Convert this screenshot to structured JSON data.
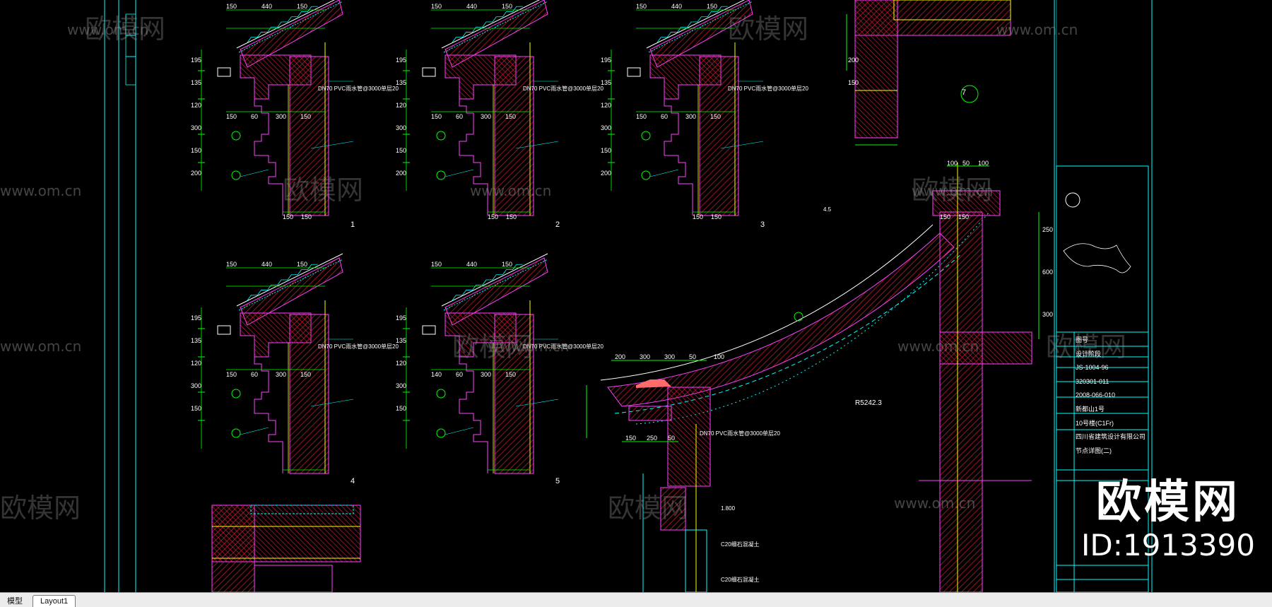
{
  "watermark": {
    "site_text": "www.om.cn",
    "brand_text": "欧模网",
    "brand_id": "ID:1913390"
  },
  "tabs": [
    {
      "label": "模型",
      "active": true
    },
    {
      "label": "Layout1",
      "active": false
    }
  ],
  "details": [
    {
      "number": "1",
      "dims_top": [
        "150",
        "440",
        "150"
      ],
      "dims_left": [
        "195",
        "135",
        "120",
        "300",
        "150",
        "200"
      ],
      "dims_bottom": [
        "150",
        "60",
        "300",
        "150"
      ],
      "base_dims": [
        "150",
        "150"
      ],
      "note": "DN70 PVC雨水管@3000单层20"
    },
    {
      "number": "2",
      "dims_top": [
        "150",
        "440",
        "150"
      ],
      "dims_left": [
        "195",
        "135",
        "120",
        "300",
        "150",
        "200"
      ],
      "dims_bottom": [
        "150",
        "60",
        "300",
        "150"
      ],
      "base_dims": [
        "150",
        "150"
      ],
      "note": "DN70 PVC雨水管@3000单层20"
    },
    {
      "number": "3",
      "dims_top": [
        "150",
        "440",
        "150"
      ],
      "dims_left": [
        "195",
        "135",
        "120",
        "300",
        "150",
        "200"
      ],
      "dims_bottom": [
        "150",
        "60",
        "300",
        "150"
      ],
      "base_dims": [
        "150",
        "150"
      ],
      "note": "DN70 PVC雨水管@3000单层20"
    },
    {
      "number": "4",
      "dims_top": [
        "150",
        "440",
        "150"
      ],
      "dims_left": [
        "195",
        "135",
        "120",
        "300",
        "150"
      ],
      "dims_bottom": [
        "150",
        "60",
        "300",
        "150"
      ],
      "base_dims": [],
      "note": "DN70 PVC雨水管@3000单层20"
    },
    {
      "number": "5",
      "dims_top": [
        "150",
        "440",
        "150"
      ],
      "dims_left": [
        "195",
        "135",
        "120",
        "300",
        "150"
      ],
      "dims_bottom": [
        "140",
        "60",
        "300",
        "150"
      ],
      "base_dims": [],
      "note": "DN70 PVC雨水管@3000单层20"
    },
    {
      "number": "7",
      "dims_top": [],
      "dims_left": [
        "200",
        "150"
      ],
      "dims_bottom": [],
      "base_dims": [
        "150",
        "150"
      ],
      "note": ""
    }
  ],
  "curved_detail": {
    "radius_label": "R5242.3",
    "dims": [
      "200",
      "300",
      "300",
      "50",
      "100"
    ],
    "dims_right": [
      "250",
      "600",
      "300"
    ],
    "dims_top": [
      "100",
      "50",
      "100"
    ],
    "bottom_dims": [
      "150",
      "250",
      "50"
    ],
    "elevations": [
      "1.800",
      "C20细石混凝土",
      "C20细石混凝土"
    ],
    "note": "DN70 PVC雨水管@3000单层20",
    "level_mark": "4.5"
  },
  "title_block": {
    "rows": [
      "图号",
      "设计阶段",
      "JS-1004-96",
      "320301-011",
      "2008-066-010",
      "新都山1号",
      "10号楼(C1Fr)",
      "四川省建筑设计有限公司",
      "节点详图(二)"
    ]
  },
  "colors": {
    "background": "#000000",
    "frame": "#00ffff",
    "wall": "#ff00ff",
    "fill": "#cc1a1a",
    "dim": "#00ff00",
    "text": "#ffffff",
    "yellow": "#ffff00"
  }
}
